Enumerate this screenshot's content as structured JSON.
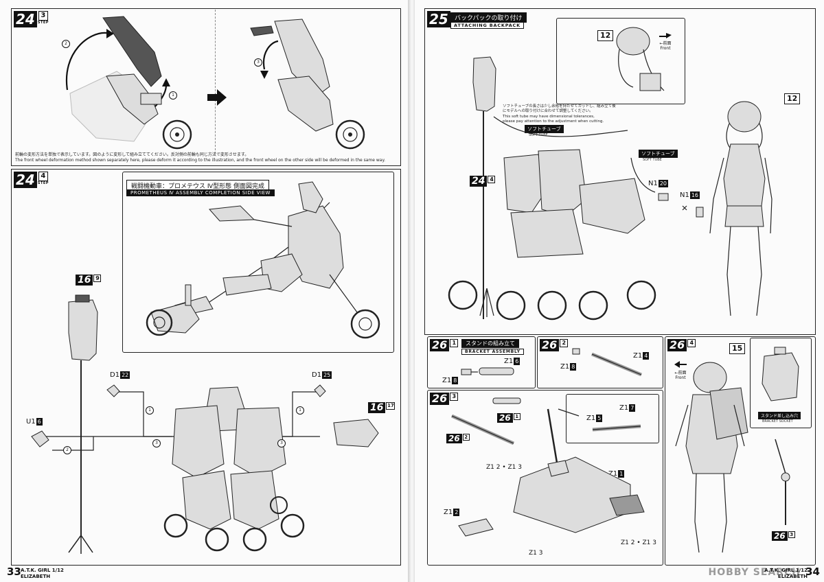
{
  "left_page": {
    "page_number": "33",
    "footer_line1": "A.T.K. GIRL 1/12",
    "footer_line2": "ELIZABETH",
    "step24_3": {
      "num": "24",
      "sub": "3",
      "step_label": "STEP",
      "note_jp": "前輪の変形方法を単独で表示しています。図のように変形して組み立ててください。反対側の前輪も同じ方法で変形させます。",
      "note_en": "The front wheel deformation method shown separately here, please deform it according to the illustration, and the front wheel on the other side will be deformed in the same way.",
      "markers": [
        "2",
        "1",
        "3"
      ]
    },
    "step24_4": {
      "num": "24",
      "sub": "4",
      "step_label": "STEP",
      "inset_title_jp": "戦闘機動車：プロメテウス Ⅳ型形態 側面図完成",
      "inset_title_en": "PROMETHEUS Ⅳ ASSEMBLY COMPLETION SIDE VIEW",
      "ref_step_num": "16",
      "ref_step_sub": "9",
      "ref_step2_num": "16",
      "ref_step2_sub": "17",
      "parts": [
        {
          "name": "D1",
          "num": "22"
        },
        {
          "name": "D1",
          "num": "25"
        },
        {
          "name": "U1",
          "num": "6"
        }
      ],
      "markers": [
        "1",
        "1",
        "2",
        "3",
        "3"
      ]
    }
  },
  "right_page": {
    "page_number": "34",
    "footer_line1": "A.T.K. GIRL 1/12",
    "footer_line2": "ELIZABETH",
    "watermark": "HOBBY SEARCH",
    "step25": {
      "num": "25",
      "title_jp": "バックパックの取り付け",
      "title_en": "ATTACHING BACKPACK",
      "ref_12a": "12",
      "ref_12b": "12",
      "front_jp": "←前面",
      "front_en": "Front",
      "tube_note_jp": "ソフトチューブの長さは少し余裕を持たせてカットし、組み立て後にモデルへの取り付けに合わせて調整してください。",
      "tube_note_en1": "This soft tube may have dimensional tolerances,",
      "tube_note_en2": "please pay attention to the adjustment when cutting.",
      "soft_tube_jp": "ソフトチューブ",
      "soft_tube_en": "SOFT TUBE",
      "ref_step_num": "24",
      "ref_step_sub": "4",
      "parts": [
        {
          "name": "N1",
          "num": "20"
        },
        {
          "name": "N1",
          "num": "16"
        }
      ]
    },
    "step26_1": {
      "num": "26",
      "sub": "1",
      "title_jp": "スタンドの組み立て",
      "title_en": "BRACKET ASSEMBLY",
      "parts": [
        {
          "name": "Z1",
          "num": "6"
        },
        {
          "name": "Z1",
          "num": "8"
        }
      ]
    },
    "step26_2": {
      "num": "26",
      "sub": "2",
      "parts": [
        {
          "name": "Z1",
          "num": "4"
        },
        {
          "name": "Z1",
          "num": "8"
        }
      ]
    },
    "step26_3": {
      "num": "26",
      "sub": "3",
      "ref_a_num": "26",
      "ref_a_sub": "1",
      "ref_b_num": "26",
      "ref_b_sub": "2",
      "parts": [
        {
          "name": "Z1",
          "num": "7"
        },
        {
          "name": "Z1",
          "num": "5"
        },
        {
          "name": "Z1",
          "num": "1"
        },
        {
          "name": "Z1",
          "num": "2"
        }
      ],
      "combo1": "Z1 2 • Z1 3",
      "combo2": "Z1 2 • Z1 3",
      "bottom_part": "Z1 3"
    },
    "step26_4": {
      "num": "26",
      "sub": "4",
      "ref_15": "15",
      "front_jp": "←前面",
      "front_en": "Front",
      "socket_jp": "スタンド差し込み穴",
      "socket_en": "BRACKET SOCKET",
      "ref_c_num": "26",
      "ref_c_sub": "3"
    }
  }
}
